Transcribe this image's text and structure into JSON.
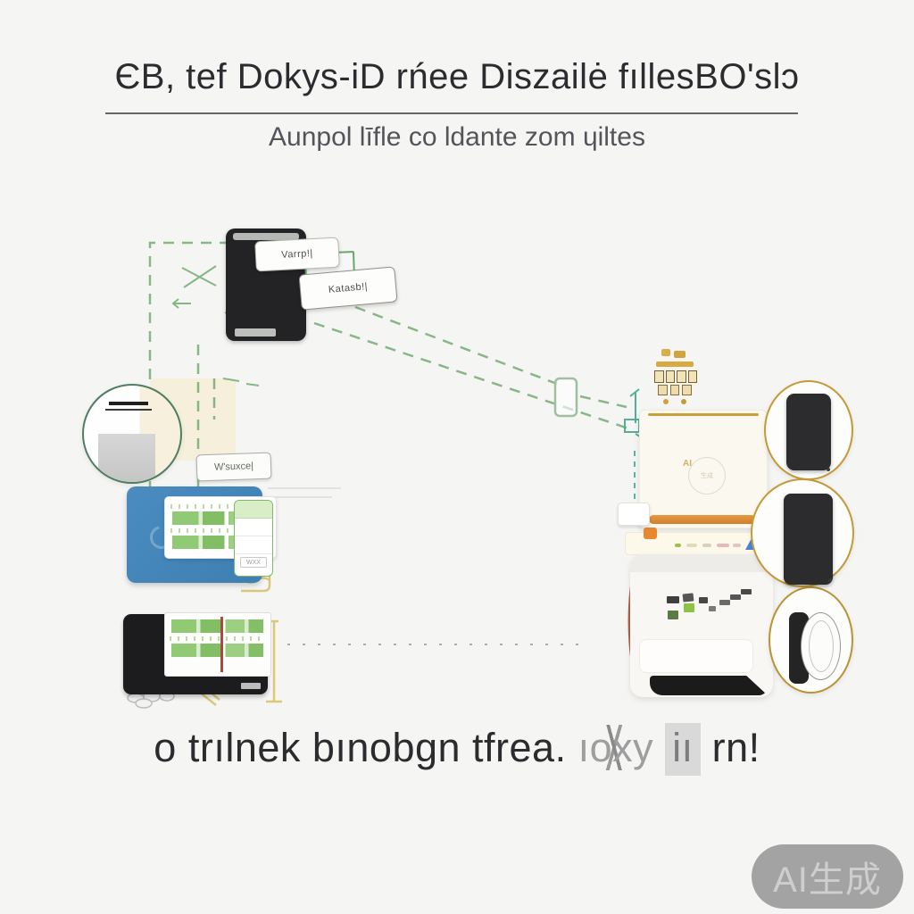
{
  "header": {
    "title": "ЄB, tef Dokys-iD rńee Diszailė fıllesBO'slɔ",
    "subtitle": "Aunpol līfle co ldante zom ɥiltes"
  },
  "diagram": {
    "phone_callouts": [
      {
        "label": "Varrp!|"
      },
      {
        "label": "Katasb!|"
      }
    ],
    "doc_label": "W'suxce|",
    "panel_label": "WXX",
    "ghost_logo_ai": "AI",
    "ghost_logo_text": "生成"
  },
  "caption": {
    "pre": "o trılnek bınobgn tfrea.",
    "strike": "ıoxy",
    "boxed": "iı",
    "post": "rn!"
  },
  "watermark": {
    "label": "AI生成"
  },
  "colors": {
    "background": "#f5f5f4",
    "accent_green": "#74ad74",
    "accent_teal": "#41a78e",
    "accent_gold": "#c9a13b",
    "accent_orange": "#dd8f3f",
    "card_blue": "#4384ba",
    "waveform_green": "#8bc76c",
    "device_dark": "#232325",
    "playhead_red": "#a84a3e",
    "highlight_gray": "#d9d9d9",
    "watermark_gray": "#a3a3a3"
  }
}
